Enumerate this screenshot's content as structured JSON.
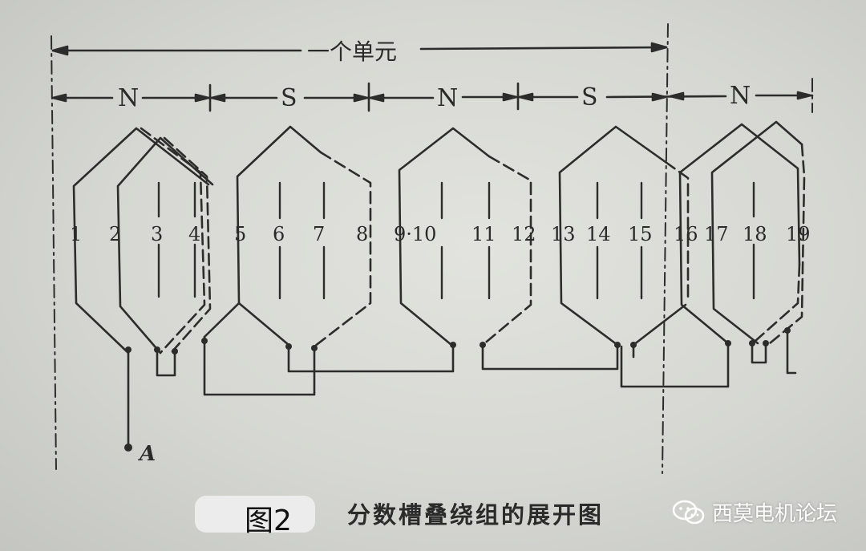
{
  "diagram": {
    "unit_label": "一个单元",
    "poles": [
      "N",
      "S",
      "N",
      "S",
      "N"
    ],
    "slots": [
      "1",
      "2",
      "3",
      "4",
      "5",
      "6",
      "7",
      "8",
      "9·10",
      "11",
      "12",
      "13",
      "14",
      "15",
      "16",
      "17",
      "18",
      "19"
    ],
    "terminal": "A"
  },
  "figure": {
    "number": "图2",
    "caption": "分数槽叠绕组的展开图"
  },
  "watermark": {
    "text": "西莫电机论坛",
    "icon": "wechat-icon"
  }
}
